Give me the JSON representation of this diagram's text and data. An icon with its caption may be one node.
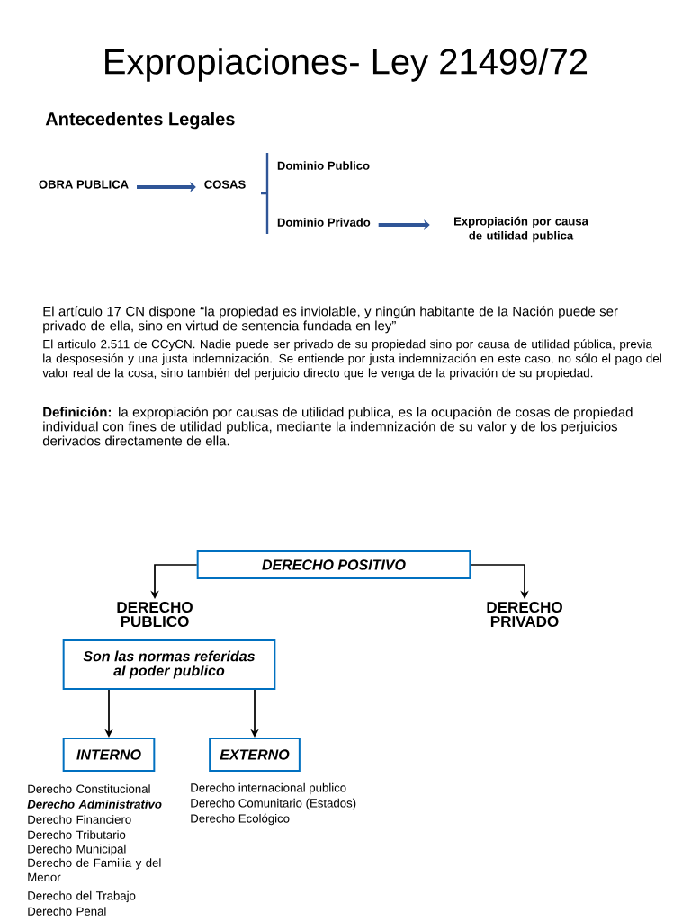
{
  "diagram": {
    "title": "Expropiaciones- Ley 21499/72",
    "nodes": [
      {
        "text": [
          "OBRA PUBLICA"
        ]
      },
      {
        "text": [
          "COSAS"
        ]
      },
      {
        "text": [
          "Dominio Publico"
        ]
      },
      {
        "text": [
          "Dominio Privado"
        ]
      },
      {
        "text": [
          "Expropiación por causa de utilidad publica"
        ]
      },
      {
        "text": [
          "DERECHO POSITIVO"
        ]
      },
      {
        "text": [
          "DERECHO PUBLICO"
        ]
      },
      {
        "text": [
          "DERECHO PRIVADO"
        ]
      },
      {
        "text": [
          "Son las normas referidas al poder publico"
        ]
      },
      {
        "text": [
          "INTERNO"
        ]
      },
      {
        "text": [
          "EXTERNO"
        ]
      }
    ],
    "edges": [
      {
        "from": 0,
        "to": 1,
        "arrow": "to",
        "style": "thick",
        "color": "#2f5597"
      },
      {
        "from": 3,
        "to": 4,
        "arrow": "to",
        "style": "thick",
        "color": "#2f5597"
      },
      {
        "from": 5,
        "to": 6,
        "arrow": "to"
      },
      {
        "from": 5,
        "to": 7,
        "arrow": "to"
      },
      {
        "from": 8,
        "to": 9,
        "arrow": "to"
      },
      {
        "from": 8,
        "to": 10,
        "arrow": "to"
      }
    ],
    "labels": [
      "Antecedentes Legales",
      "El  artículo 17  CN  dispone “la propiedad es inviolable, y ningún habitante de la Nación puede ser privado de ella, sino en virtud de sentencia fundada en ley”",
      "El articulo 2.511 de CCyCN. Nadie puede ser privado de su propiedad sino por causa de utilidad pública, previa la desposesión y una justa indemnización. Se entiende por justa indemnización en este caso, no sólo el pago del valor real de la cosa, sino también del perjuicio directo que le venga de la privación de su propiedad.",
      "**Definición:** la expropiación por causas de utilidad publica, es la ocupación de cosas de propiedad individual con fines de utilidad publica, mediante la indemnización de su valor y de los perjuicios derivados directamente de ella.",
      "Derecho Constitucional",
      "Derecho Administrativo",
      "Derecho Financiero",
      "Derecho Tributario",
      "Derecho Municipal",
      "Derecho de Familia y del Menor",
      "Derecho del Trabajo",
      "Derecho Penal",
      "Derecho internacional publico",
      "Derecho Comunitario (Estados)",
      "Derecho Ecológico"
    ]
  }
}
